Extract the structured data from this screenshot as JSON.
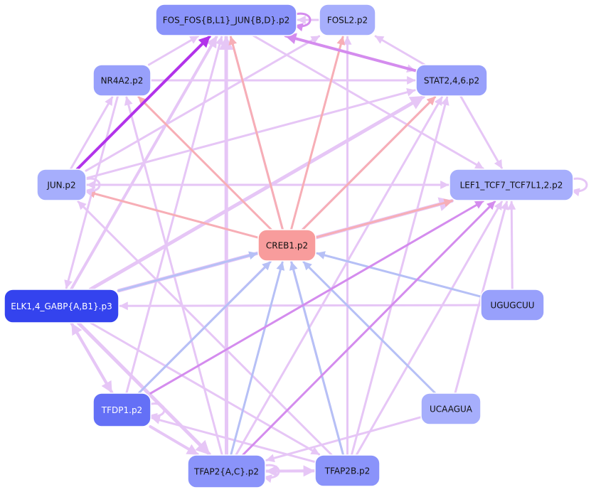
{
  "colors": {
    "node_light": "#a6aefc",
    "node_mid": "#8a93fa",
    "node_strong": "#6470f6",
    "node_darkest": "#3443ee",
    "node_creb": "#f89c9c",
    "edge_lavender": "#e6c6f6",
    "edge_blue": "#b6c0f6",
    "edge_salmon": "#f7aeb6",
    "edge_violet": "#d48cee",
    "edge_purple": "#b233ea"
  },
  "nodes": [
    {
      "id": "fos",
      "label": "FOS_FOS{B,L1}_JUN{B,D}.p2",
      "color": "#8a93fa",
      "text": "#111111"
    },
    {
      "id": "fosl2",
      "label": "FOSL2.p2",
      "color": "#a6aefc",
      "text": "#111111"
    },
    {
      "id": "nr4a2",
      "label": "NR4A2.p2",
      "color": "#98a0fb",
      "text": "#111111"
    },
    {
      "id": "stat",
      "label": "STAT2,4,6.p2",
      "color": "#98a0fb",
      "text": "#111111"
    },
    {
      "id": "jun",
      "label": "JUN.p2",
      "color": "#a6aefc",
      "text": "#111111"
    },
    {
      "id": "lef1",
      "label": "LEF1_TCF7_TCF7L1,2.p2",
      "color": "#a6aefc",
      "text": "#111111"
    },
    {
      "id": "creb",
      "label": "CREB1.p2",
      "color": "#f89c9c",
      "text": "#111111"
    },
    {
      "id": "elk",
      "label": "ELK1,4_GABP{A,B1}.p3",
      "color": "#3443ee",
      "text": "#ffffff"
    },
    {
      "id": "ugugcuu",
      "label": "UGUGCUU",
      "color": "#98a0fb",
      "text": "#111111"
    },
    {
      "id": "tfdp1",
      "label": "TFDP1.p2",
      "color": "#6470f6",
      "text": "#ffffff"
    },
    {
      "id": "ucaagua",
      "label": "UCAAGUA",
      "color": "#a6aefc",
      "text": "#111111"
    },
    {
      "id": "tfap2ac",
      "label": "TFAP2{A,C}.p2",
      "color": "#8a93fa",
      "text": "#111111"
    },
    {
      "id": "tfap2b",
      "label": "TFAP2B.p2",
      "color": "#8a93fa",
      "text": "#111111"
    }
  ],
  "edges": [
    {
      "from": "creb",
      "to": "fos",
      "color": "#f7aeb6",
      "weight": 3
    },
    {
      "from": "creb",
      "to": "fosl2",
      "color": "#f7aeb6",
      "weight": 3
    },
    {
      "from": "creb",
      "to": "nr4a2",
      "color": "#f7aeb6",
      "weight": 3
    },
    {
      "from": "creb",
      "to": "stat",
      "color": "#f7aeb6",
      "weight": 3
    },
    {
      "from": "creb",
      "to": "jun",
      "color": "#f7aeb6",
      "weight": 3
    },
    {
      "from": "creb",
      "to": "lef1",
      "color": "#f7aeb6",
      "weight": 3
    },
    {
      "from": "elk",
      "to": "creb",
      "color": "#b6c0f6",
      "weight": 3
    },
    {
      "from": "ugugcuu",
      "to": "creb",
      "color": "#b6c0f6",
      "weight": 3
    },
    {
      "from": "tfdp1",
      "to": "creb",
      "color": "#b6c0f6",
      "weight": 3
    },
    {
      "from": "ucaagua",
      "to": "creb",
      "color": "#b6c0f6",
      "weight": 3
    },
    {
      "from": "tfap2ac",
      "to": "creb",
      "color": "#b6c0f6",
      "weight": 3
    },
    {
      "from": "tfap2b",
      "to": "creb",
      "color": "#b6c0f6",
      "weight": 3
    },
    {
      "from": "jun",
      "to": "fos",
      "color": "#b233ea",
      "weight": 4
    },
    {
      "from": "stat",
      "to": "fos",
      "color": "#d48cee",
      "weight": 4
    },
    {
      "from": "tfdp1",
      "to": "lef1",
      "color": "#d48cee",
      "weight": 3
    },
    {
      "from": "tfap2ac",
      "to": "lef1",
      "color": "#d48cee",
      "weight": 3
    },
    {
      "from": "nr4a2",
      "to": "fos",
      "color": "#e6c6f6",
      "weight": 3
    },
    {
      "from": "nr4a2",
      "to": "stat",
      "color": "#e6c6f6",
      "weight": 3
    },
    {
      "from": "fosl2",
      "to": "fos",
      "color": "#e6c6f6",
      "weight": 3
    },
    {
      "from": "stat",
      "to": "fosl2",
      "color": "#e6c6f6",
      "weight": 3
    },
    {
      "from": "stat",
      "to": "lef1",
      "color": "#e6c6f6",
      "weight": 3
    },
    {
      "from": "fos",
      "to": "stat",
      "color": "#e6c6f6",
      "weight": 3
    },
    {
      "from": "fos",
      "to": "lef1",
      "color": "#e6c6f6",
      "weight": 3
    },
    {
      "from": "jun",
      "to": "nr4a2",
      "color": "#e6c6f6",
      "weight": 3
    },
    {
      "from": "jun",
      "to": "stat",
      "color": "#e6c6f6",
      "weight": 3
    },
    {
      "from": "jun",
      "to": "lef1",
      "color": "#e6c6f6",
      "weight": 3
    },
    {
      "from": "lef1",
      "to": "jun",
      "color": "#e6c6f6",
      "weight": 3
    },
    {
      "from": "jun",
      "to": "fosl2",
      "color": "#e6c6f6",
      "weight": 3
    },
    {
      "from": "nr4a2",
      "to": "elk",
      "color": "#e6c6f6",
      "weight": 3
    },
    {
      "from": "elk",
      "to": "stat",
      "color": "#e6c6f6",
      "weight": 5
    },
    {
      "from": "elk",
      "to": "lef1",
      "color": "#e6c6f6",
      "weight": 5
    },
    {
      "from": "elk",
      "to": "fos",
      "color": "#e6c6f6",
      "weight": 4
    },
    {
      "from": "ugugcuu",
      "to": "elk",
      "color": "#e6c6f6",
      "weight": 3
    },
    {
      "from": "ugugcuu",
      "to": "lef1",
      "color": "#e6c6f6",
      "weight": 3
    },
    {
      "from": "elk",
      "to": "tfdp1",
      "color": "#e6c6f6",
      "weight": 4
    },
    {
      "from": "tfdp1",
      "to": "elk",
      "color": "#e6c6f6",
      "weight": 4
    },
    {
      "from": "elk",
      "to": "tfap2ac",
      "color": "#e6c6f6",
      "weight": 5
    },
    {
      "from": "elk",
      "to": "tfap2b",
      "color": "#e6c6f6",
      "weight": 3
    },
    {
      "from": "tfdp1",
      "to": "fos",
      "color": "#e6c6f6",
      "weight": 3
    },
    {
      "from": "tfdp1",
      "to": "stat",
      "color": "#e6c6f6",
      "weight": 3
    },
    {
      "from": "tfdp1",
      "to": "tfap2ac",
      "color": "#e6c6f6",
      "weight": 4
    },
    {
      "from": "tfap2ac",
      "to": "fos",
      "color": "#e6c6f6",
      "weight": 5
    },
    {
      "from": "tfap2ac",
      "to": "stat",
      "color": "#e6c6f6",
      "weight": 3
    },
    {
      "from": "tfap2ac",
      "to": "nr4a2",
      "color": "#e6c6f6",
      "weight": 3
    },
    {
      "from": "tfap2ac",
      "to": "tfap2b",
      "color": "#e6c6f6",
      "weight": 4
    },
    {
      "from": "tfap2b",
      "to": "tfap2ac",
      "color": "#e6c6f6",
      "weight": 4
    },
    {
      "from": "tfap2b",
      "to": "fos",
      "color": "#e6c6f6",
      "weight": 3
    },
    {
      "from": "tfap2b",
      "to": "fosl2",
      "color": "#e6c6f6",
      "weight": 3
    },
    {
      "from": "tfap2b",
      "to": "stat",
      "color": "#e6c6f6",
      "weight": 3
    },
    {
      "from": "tfap2b",
      "to": "lef1",
      "color": "#e6c6f6",
      "weight": 3
    },
    {
      "from": "tfap2b",
      "to": "jun",
      "color": "#e6c6f6",
      "weight": 3
    },
    {
      "from": "ucaagua",
      "to": "lef1",
      "color": "#e6c6f6",
      "weight": 3
    },
    {
      "from": "ucaagua",
      "to": "tfap2ac",
      "color": "#e6c6f6",
      "weight": 3
    },
    {
      "from": "tfap2b",
      "to": "tfdp1",
      "color": "#e6c6f6",
      "weight": 3
    }
  ],
  "self_loops": [
    {
      "node": "fos",
      "color": "#d48cee"
    },
    {
      "node": "jun",
      "color": "#e6c6f6"
    },
    {
      "node": "lef1",
      "color": "#e6c6f6"
    },
    {
      "node": "tfdp1",
      "color": "#e6c6f6"
    },
    {
      "node": "tfap2ac",
      "color": "#e6c6f6"
    }
  ]
}
